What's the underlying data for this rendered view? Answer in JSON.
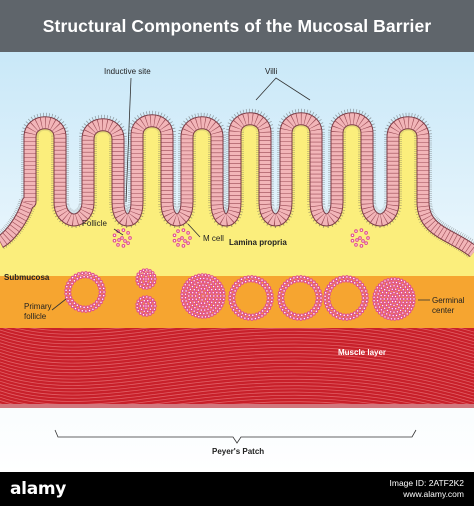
{
  "title": "Structural Components of the Mucosal Barrier",
  "labels": {
    "inductive_site": "Inductive site",
    "villi": "Villi",
    "follicle": "Follicle",
    "m_cell": "M cell",
    "lamina_propria": "Lamina propria",
    "submucosa": "Submucosa",
    "primary_follicle_line1": "Primary",
    "primary_follicle_line2": "follicle",
    "germinal_center_line1": "Germinal",
    "germinal_center_line2": "center",
    "muscle_layer": "Muscle layer",
    "peyers_patch": "Peyer's Patch"
  },
  "watermark": {
    "brand": "alamy",
    "image_id_label": "Image ID: 2ATF2K2",
    "site": "www.alamy.com"
  },
  "colors": {
    "title_bar": "#5f656b",
    "lamina_propria": "#fbee7c",
    "epithelium": "#f2b5b8",
    "submucosa": "#f6a530",
    "muscle": "#c8202a",
    "cell_dot": "#e0508f"
  }
}
